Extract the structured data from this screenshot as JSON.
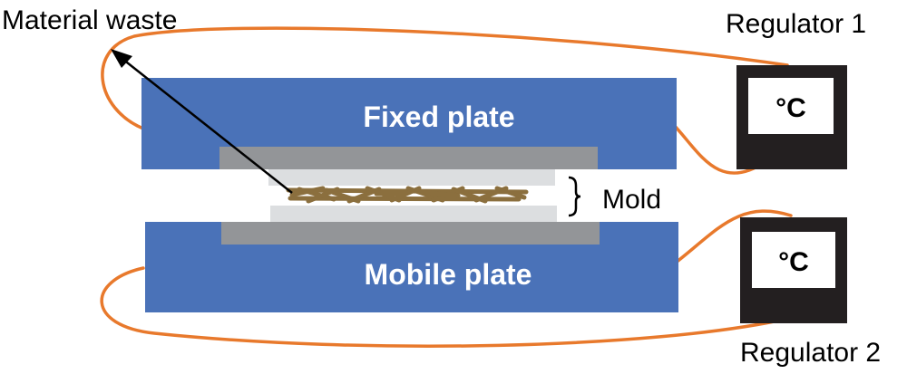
{
  "labels": {
    "material_waste": "Material waste",
    "fixed_plate": "Fixed plate",
    "mobile_plate": "Mobile plate",
    "mold": "Mold",
    "regulator_1": "Regulator 1",
    "regulator_2": "Regulator 2",
    "regulator_1_unit": "°C",
    "regulator_2_unit": "°C"
  },
  "colors": {
    "plate": "#4a72b8",
    "inner_plate": "#939598",
    "mold": "#dcdee0",
    "waste": "#8b6f3e",
    "wire": "#e8792c",
    "regulator": "#231f20",
    "text": "#000000"
  },
  "icons": {
    "mold_brace": "right-curly-brace"
  }
}
